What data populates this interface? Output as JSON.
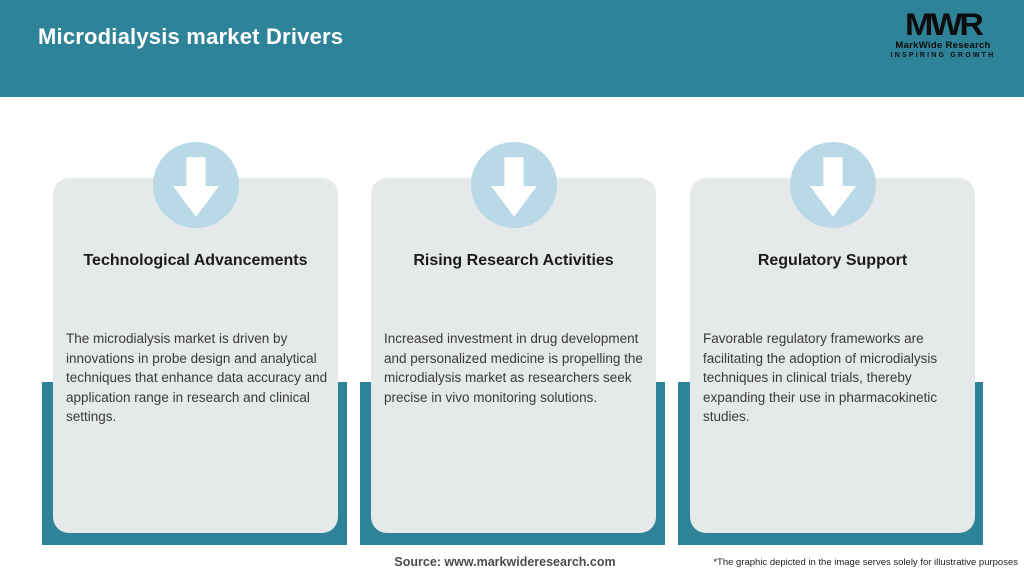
{
  "header": {
    "title": "Microdialysis market Drivers",
    "logo": {
      "acronym": "MWR",
      "name": "MarkWide Research",
      "tagline": "INSPIRING GROWTH"
    }
  },
  "cards": [
    {
      "icon": "down-arrow-icon",
      "title": "Technological Advancements",
      "body": "The microdialysis market is driven by innovations in probe design and analytical techniques that enhance data accuracy and application range in research and clinical settings."
    },
    {
      "icon": "down-arrow-icon",
      "title": "Rising Research Activities",
      "body": "Increased investment in drug development and personalized medicine is propelling the microdialysis market as researchers seek precise in vivo monitoring solutions."
    },
    {
      "icon": "down-arrow-icon",
      "title": "Regulatory Support",
      "body": "Favorable regulatory frameworks are facilitating the adoption of microdialysis techniques in clinical trials, thereby expanding their use in pharmacokinetic studies."
    }
  ],
  "footer": {
    "source": "Source: www.markwideresearch.com",
    "disclaimer": "*The graphic depicted in the image serves solely for illustrative purposes"
  },
  "colors": {
    "teal": "#2F8399",
    "card-bg": "#E6E9EA",
    "circle": "#B9D9E6",
    "arrow": "#FFFFFF"
  }
}
